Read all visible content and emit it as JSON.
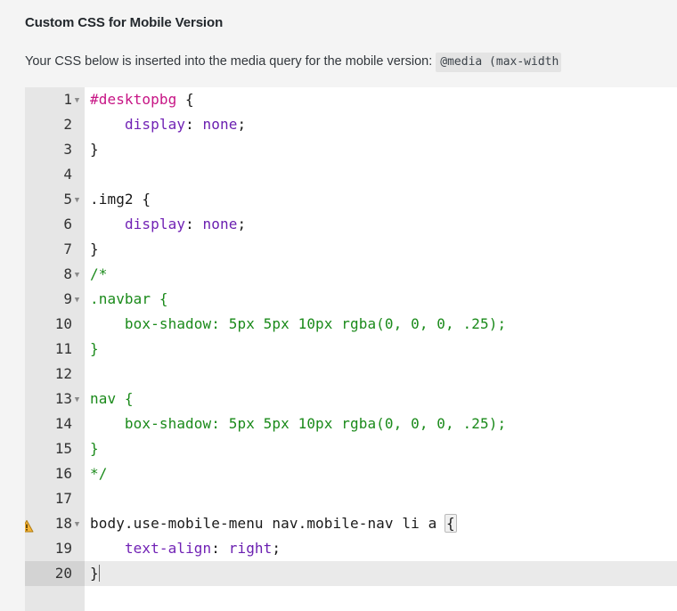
{
  "panel": {
    "title": "Custom CSS for Mobile Version",
    "description": "Your CSS below is inserted into the media query for the mobile version:",
    "media_query_chip": "@media (max-width"
  },
  "editor": {
    "language": "css",
    "total_lines": 20,
    "active_line": 20,
    "cursor_line": 20,
    "warning_lines": [
      18
    ],
    "fold_lines": [
      1,
      5,
      8,
      9,
      13,
      18
    ],
    "colors": {
      "background": "#ffffff",
      "gutter": "#e6e6e6",
      "active_line": "#eaeaea",
      "selector_id": "#c71585",
      "property": "#7122b5",
      "value": "#6a1fb0",
      "comment": "#1a8a1a",
      "plain": "#1a1a1a",
      "warning": "#f0a30a"
    },
    "lines": [
      {
        "n": "1",
        "fold": true,
        "warn": false,
        "tokens": [
          {
            "t": "#desktopbg",
            "c": "t-id"
          },
          {
            "t": " {",
            "c": "t-punct"
          }
        ]
      },
      {
        "n": "2",
        "fold": false,
        "warn": false,
        "tokens": [
          {
            "t": "    ",
            "c": "t-plain"
          },
          {
            "t": "display",
            "c": "t-prop"
          },
          {
            "t": ": ",
            "c": "t-punct"
          },
          {
            "t": "none",
            "c": "t-val"
          },
          {
            "t": ";",
            "c": "t-punct"
          }
        ]
      },
      {
        "n": "3",
        "fold": false,
        "warn": false,
        "tokens": [
          {
            "t": "}",
            "c": "t-punct"
          }
        ]
      },
      {
        "n": "4",
        "fold": false,
        "warn": false,
        "tokens": []
      },
      {
        "n": "5",
        "fold": true,
        "warn": false,
        "tokens": [
          {
            "t": ".img2 {",
            "c": "t-plain"
          }
        ]
      },
      {
        "n": "6",
        "fold": false,
        "warn": false,
        "tokens": [
          {
            "t": "    ",
            "c": "t-plain"
          },
          {
            "t": "display",
            "c": "t-prop"
          },
          {
            "t": ": ",
            "c": "t-punct"
          },
          {
            "t": "none",
            "c": "t-val"
          },
          {
            "t": ";",
            "c": "t-punct"
          }
        ]
      },
      {
        "n": "7",
        "fold": false,
        "warn": false,
        "tokens": [
          {
            "t": "}",
            "c": "t-punct"
          }
        ]
      },
      {
        "n": "8",
        "fold": true,
        "warn": false,
        "tokens": [
          {
            "t": "/*",
            "c": "t-comment"
          }
        ]
      },
      {
        "n": "9",
        "fold": true,
        "warn": false,
        "tokens": [
          {
            "t": ".navbar {",
            "c": "t-comment"
          }
        ]
      },
      {
        "n": "10",
        "fold": false,
        "warn": false,
        "tokens": [
          {
            "t": "    box-shadow: 5px 5px 10px rgba(0, 0, 0, .25);",
            "c": "t-comment"
          }
        ]
      },
      {
        "n": "11",
        "fold": false,
        "warn": false,
        "tokens": [
          {
            "t": "}",
            "c": "t-comment"
          }
        ]
      },
      {
        "n": "12",
        "fold": false,
        "warn": false,
        "tokens": []
      },
      {
        "n": "13",
        "fold": true,
        "warn": false,
        "tokens": [
          {
            "t": "nav {",
            "c": "t-comment"
          }
        ]
      },
      {
        "n": "14",
        "fold": false,
        "warn": false,
        "tokens": [
          {
            "t": "    box-shadow: 5px 5px 10px rgba(0, 0, 0, .25);",
            "c": "t-comment"
          }
        ]
      },
      {
        "n": "15",
        "fold": false,
        "warn": false,
        "tokens": [
          {
            "t": "}",
            "c": "t-comment"
          }
        ]
      },
      {
        "n": "16",
        "fold": false,
        "warn": false,
        "tokens": [
          {
            "t": "*/",
            "c": "t-comment"
          }
        ]
      },
      {
        "n": "17",
        "fold": false,
        "warn": false,
        "tokens": []
      },
      {
        "n": "18",
        "fold": true,
        "warn": true,
        "tokens": [
          {
            "t": "body.use-mobile-menu nav.mobile-nav li a ",
            "c": "t-plain"
          },
          {
            "t": "{",
            "c": "t-punct brace-match"
          }
        ]
      },
      {
        "n": "19",
        "fold": false,
        "warn": false,
        "tokens": [
          {
            "t": "    ",
            "c": "t-plain"
          },
          {
            "t": "text-align",
            "c": "t-prop"
          },
          {
            "t": ": ",
            "c": "t-punct"
          },
          {
            "t": "right",
            "c": "t-val"
          },
          {
            "t": ";",
            "c": "t-punct"
          }
        ]
      },
      {
        "n": "20",
        "fold": false,
        "warn": false,
        "active": true,
        "caret": true,
        "tokens": [
          {
            "t": "}",
            "c": "t-punct"
          }
        ]
      }
    ]
  }
}
